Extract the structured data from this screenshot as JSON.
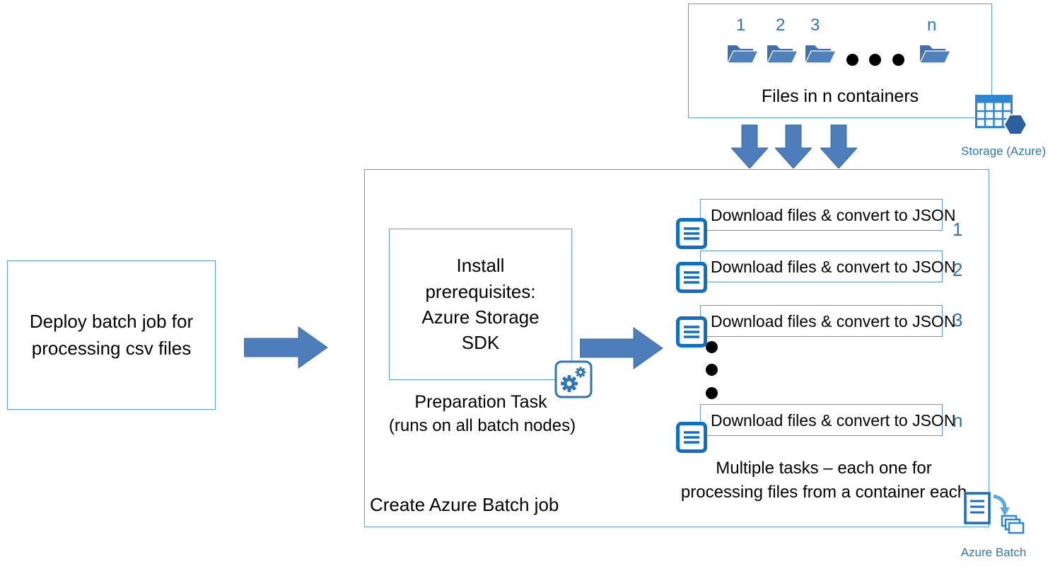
{
  "colors": {
    "box_border": "#5B9BD5",
    "arrow_fill": "#4D7EBB",
    "arrow_stroke": "#3E6C9E",
    "icon_blue": "#0E6FC4",
    "number_blue": "#2E75B6",
    "text": "#000000"
  },
  "icons": [
    "folder-icon",
    "down-arrow-icon",
    "right-arrow-icon",
    "task-doc-icon",
    "gear-doc-icon",
    "storage-table-icon",
    "hexagon-icon",
    "azure-batch-icon",
    "ellipsis-dots"
  ],
  "deploy_box": {
    "line1": "Deploy batch job for",
    "line2": "processing csv files"
  },
  "containers_panel": {
    "folder_labels": [
      "1",
      "2",
      "3",
      "n"
    ],
    "caption": "Files in n containers"
  },
  "storage_label": "Storage (Azure)",
  "batch_panel": {
    "title": "Create Azure Batch job",
    "prereq_label": "Install prerequisites: Azure Storage SDK",
    "prep_caption_line1": "Preparation Task",
    "prep_caption_line2": "(runs on all batch nodes)",
    "tasks": [
      {
        "label": "Download files & convert to JSON",
        "num": "1"
      },
      {
        "label": "Download files & convert to JSON",
        "num": "2"
      },
      {
        "label": "Download files & convert to JSON",
        "num": "3"
      },
      {
        "label": "Download files & convert to JSON",
        "num": "n"
      }
    ],
    "tasks_caption_line1": "Multiple tasks – each one for",
    "tasks_caption_line2": "processing files from a container each"
  },
  "azure_batch_label": "Azure Batch"
}
